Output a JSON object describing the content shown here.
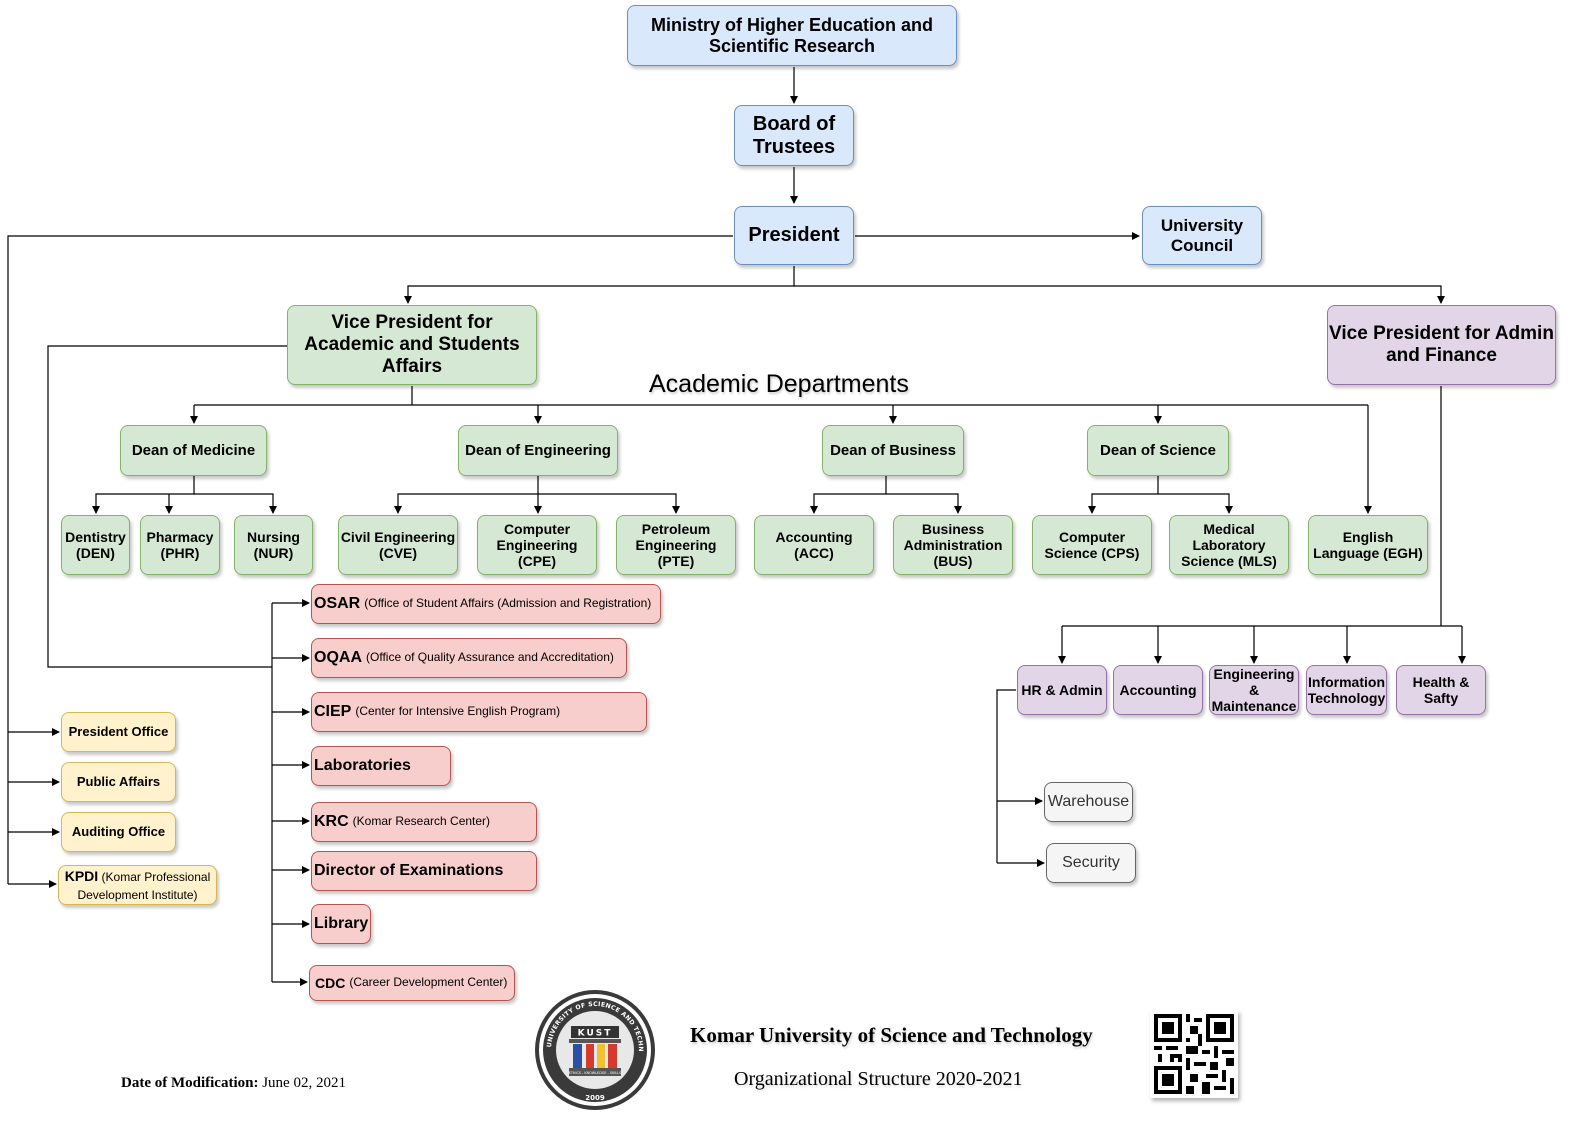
{
  "top": {
    "ministry": "Ministry of Higher Education and Scientific Research",
    "board": "Board of Trustees",
    "president": "President",
    "council": "University Council"
  },
  "vp": {
    "academic": "Vice President for Academic and Students Affairs",
    "admin": "Vice President for Admin and Finance"
  },
  "academic_label": "Academic Departments",
  "deans": [
    "Dean of Medicine",
    "Dean of Engineering",
    "Dean of Business",
    "Dean of Science"
  ],
  "departments": [
    "Dentistry (DEN)",
    "Pharmacy (PHR)",
    "Nursing (NUR)",
    "Civil Engineering (CVE)",
    "Computer Engineering (CPE)",
    "Petroleum Engineering (PTE)",
    "Accounting (ACC)",
    "Business Administration (BUS)",
    "Computer Science (CPS)",
    "Medical Laboratory Science (MLS)",
    "English Language (EGH)"
  ],
  "offices": [
    {
      "abbr": "OSAR",
      "full": "(Office of Student Affairs (Admission and Registration)"
    },
    {
      "abbr": "OQAA",
      "full": "(Office of Quality Assurance and Accreditation)"
    },
    {
      "abbr": "CIEP",
      "full": "(Center for Intensive English Program)"
    },
    {
      "abbr": "Laboratories",
      "full": ""
    },
    {
      "abbr": "KRC",
      "full": "(Komar Research Center)"
    },
    {
      "abbr": "Director of Examinations",
      "full": ""
    },
    {
      "abbr": "Library",
      "full": ""
    },
    {
      "abbr": "CDC",
      "full": "(Career Development Center)"
    }
  ],
  "president_units": {
    "office": "President Office",
    "public": "Public Affairs",
    "auditing": "Auditing Office",
    "kpdi_abbr": "KPDI",
    "kpdi_full": "(Komar Professional Development Institute)"
  },
  "admin_units": [
    "HR & Admin",
    "Accounting",
    "Engineering & Maintenance",
    "Information Technology",
    "Health & Safty"
  ],
  "hr_units": [
    "Warehouse",
    "Security"
  ],
  "footer": {
    "date_label": "Date of Modification:",
    "date_value": "June 02, 2021",
    "university": "Komar University of Science and Technology",
    "subtitle": "Organizational Structure 2020-2021",
    "logo_top": "KOMAR UNIVERSITY OF SCIENCE AND TECHNOLOGY",
    "logo_badge": "KUST",
    "logo_motto": "ETHICS - KNOWLEDGE - SKILLS",
    "logo_year": "2009"
  },
  "colors": {
    "blue": "#dae8fc",
    "green": "#d5e8d4",
    "purple": "#e1d5e7",
    "yellow": "#fff2cc",
    "red": "#f8cecc",
    "gray": "#f5f5f5"
  }
}
